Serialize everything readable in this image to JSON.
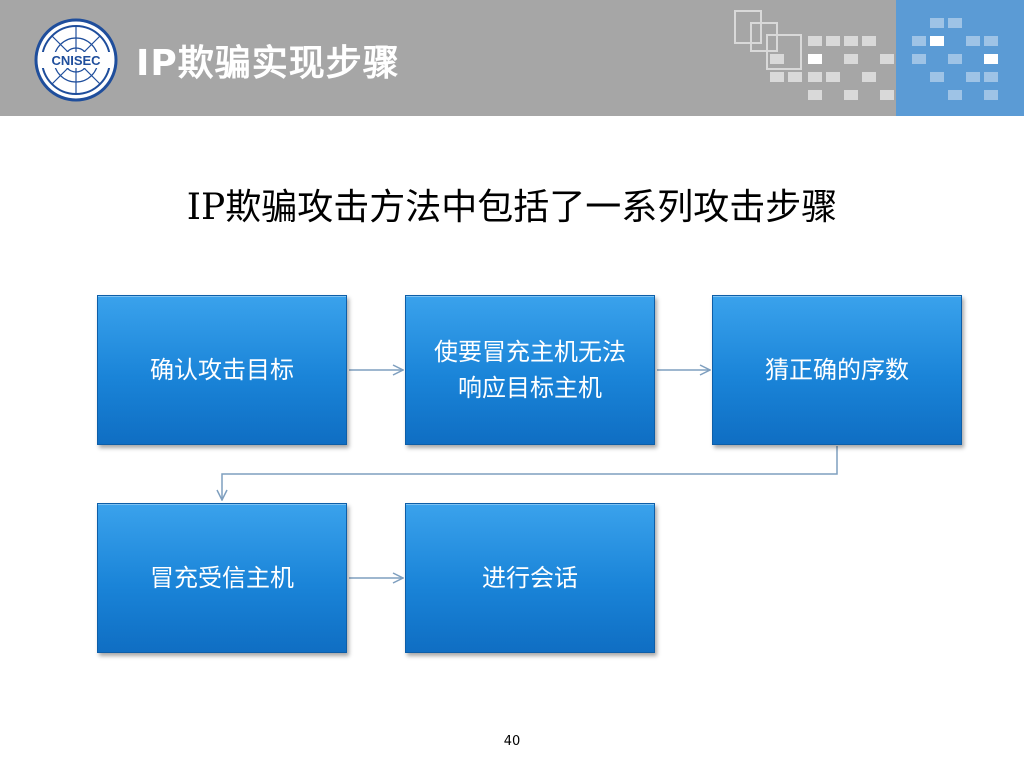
{
  "header": {
    "title": "IP欺骗实现步骤",
    "logo_text": "CNISEC"
  },
  "subtitle": "IP欺骗攻击方法中包括了一系列攻击步骤",
  "steps": [
    {
      "label": "确认攻击目标"
    },
    {
      "label": "使要冒充主机无法响应目标主机"
    },
    {
      "label": "猜正确的序数"
    },
    {
      "label": "冒充受信主机"
    },
    {
      "label": "进行会话"
    }
  ],
  "colors": {
    "header_gray": "#a6a6a6",
    "header_blue": "#5b9bd5",
    "box_blue": "#1a84d8",
    "connector": "#7f9fbf"
  },
  "page_number": "40"
}
